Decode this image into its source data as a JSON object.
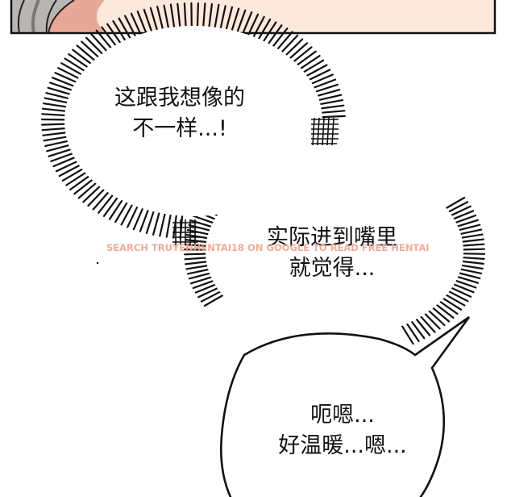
{
  "panel": {
    "colors": {
      "background": "#ffffff",
      "top_panel_skin": "#fde8dc",
      "top_panel_hair_gray": "#b9b5b3",
      "top_panel_blush": "#e8a898",
      "ink": "#111111",
      "watermark": "#f2a38c"
    }
  },
  "bubbles": [
    {
      "type": "burst",
      "lines": [
        "这跟我想像的",
        "不一样...!"
      ]
    },
    {
      "type": "burst",
      "lines": [
        "实际进到嘴里",
        "就觉得..."
      ]
    },
    {
      "type": "speech",
      "lines": [
        "呃嗯...",
        "好温暖...嗯..."
      ]
    }
  ],
  "watermark": {
    "text": "SEARCH TRUYENHENTAI18 ON GOOGLE TO READ FREE HENTAI"
  }
}
